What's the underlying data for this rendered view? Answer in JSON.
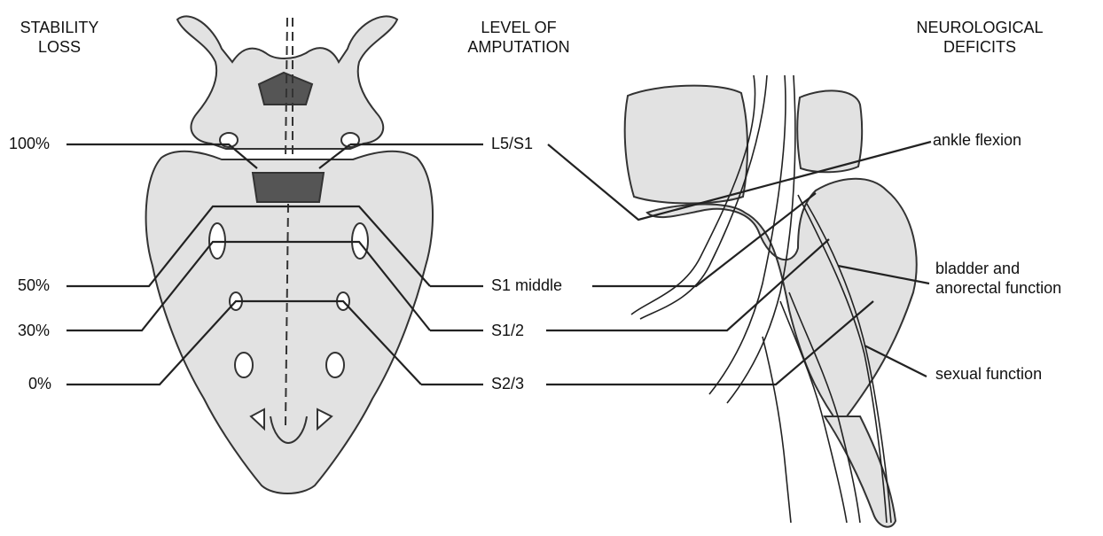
{
  "headers": {
    "stability": [
      "STABILITY",
      "LOSS"
    ],
    "amputation": [
      "LEVEL OF",
      "AMPUTATION"
    ],
    "deficits": [
      "NEUROLOGICAL",
      "DEFICITS"
    ]
  },
  "stability_levels": [
    "100%",
    "50%",
    "30%",
    "0%"
  ],
  "amputation_levels": [
    "L5/S1",
    "S1 middle",
    "S1/2",
    "S2/3"
  ],
  "deficits": {
    "ankle": "ankle flexion",
    "bladder": [
      "bladder and",
      "anorectal function"
    ],
    "sexual": "sexual function"
  },
  "colors": {
    "bone_fill": "#e2e2e2",
    "outline": "#333333",
    "pointer": "#222222"
  }
}
